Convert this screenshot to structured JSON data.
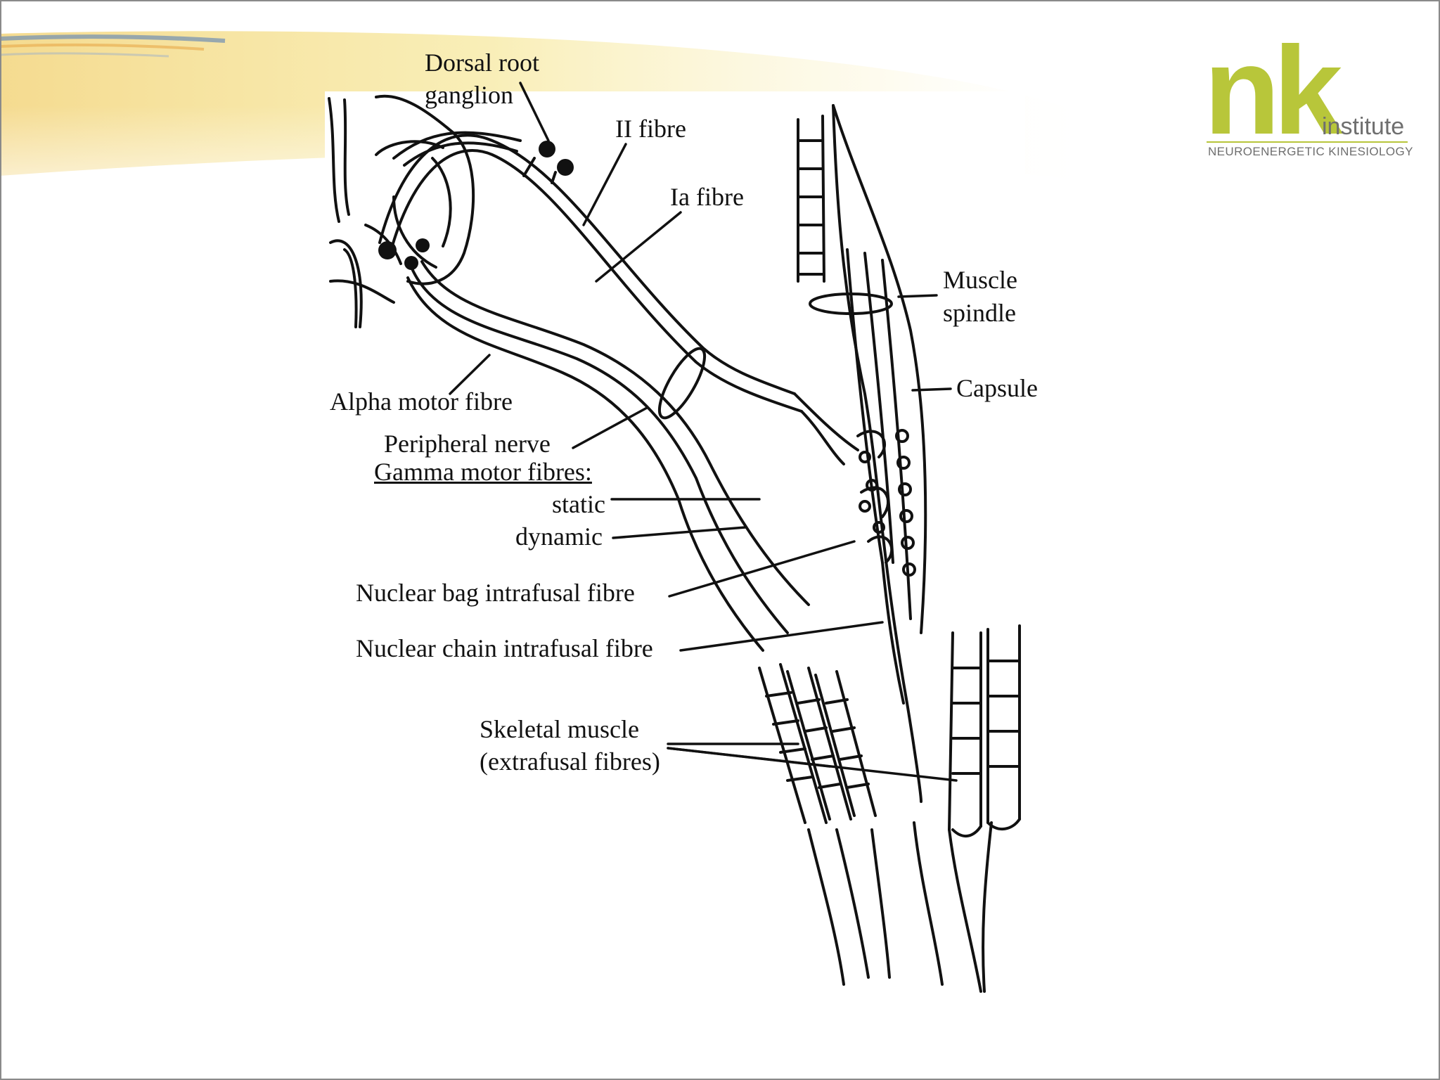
{
  "logo": {
    "wordmark": "nk",
    "suffix": "institute",
    "tagline": "NEUROENERGETIC KINESIOLOGY",
    "color": "#b8c63a"
  },
  "labels": {
    "dorsal_root_1": "Dorsal root",
    "dorsal_root_2": "ganglion",
    "ii_fibre": "II fibre",
    "ia_fibre": "Ia fibre",
    "muscle_spindle_1": "Muscle",
    "muscle_spindle_2": "spindle",
    "capsule": "Capsule",
    "alpha_motor": "Alpha motor fibre",
    "peripheral_nerve": "Peripheral nerve",
    "gamma_heading": "Gamma motor fibres:",
    "static": "static",
    "dynamic": "dynamic",
    "nuclear_bag": "Nuclear bag intrafusal fibre",
    "nuclear_chain": "Nuclear chain intrafusal fibre",
    "skeletal_1": "Skeletal muscle",
    "skeletal_2": "(extrafusal fibres)"
  },
  "colors": {
    "line": "#111111",
    "banner_yellow": "#f6de7a",
    "banner_blue": "#6f8fb3"
  }
}
